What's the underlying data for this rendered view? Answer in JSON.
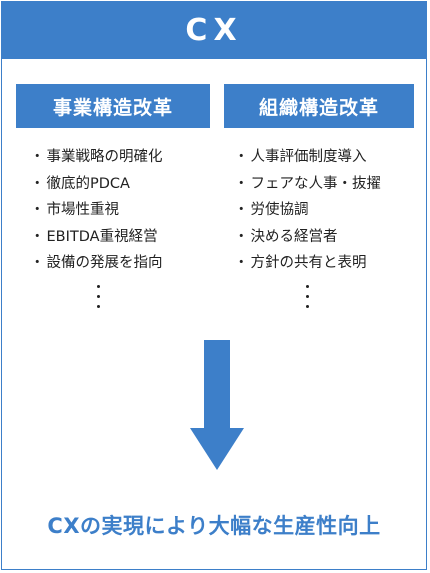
{
  "header": {
    "title": "CX"
  },
  "columns": [
    {
      "title": "事業構造改革",
      "items": [
        "事業戦略の明確化",
        "徹底的PDCA",
        "市場性重視",
        "EBITDA重視経営",
        "設備の発展を指向"
      ]
    },
    {
      "title": "組織構造改革",
      "items": [
        "人事評価制度導入",
        "フェアな人事・抜擢",
        "労使協調",
        "決める経営者",
        "方針の共有と表明"
      ]
    }
  ],
  "result": {
    "text": "CXの実現により大幅な生産性向上"
  },
  "colors": {
    "accent": "#3d7fc9"
  }
}
